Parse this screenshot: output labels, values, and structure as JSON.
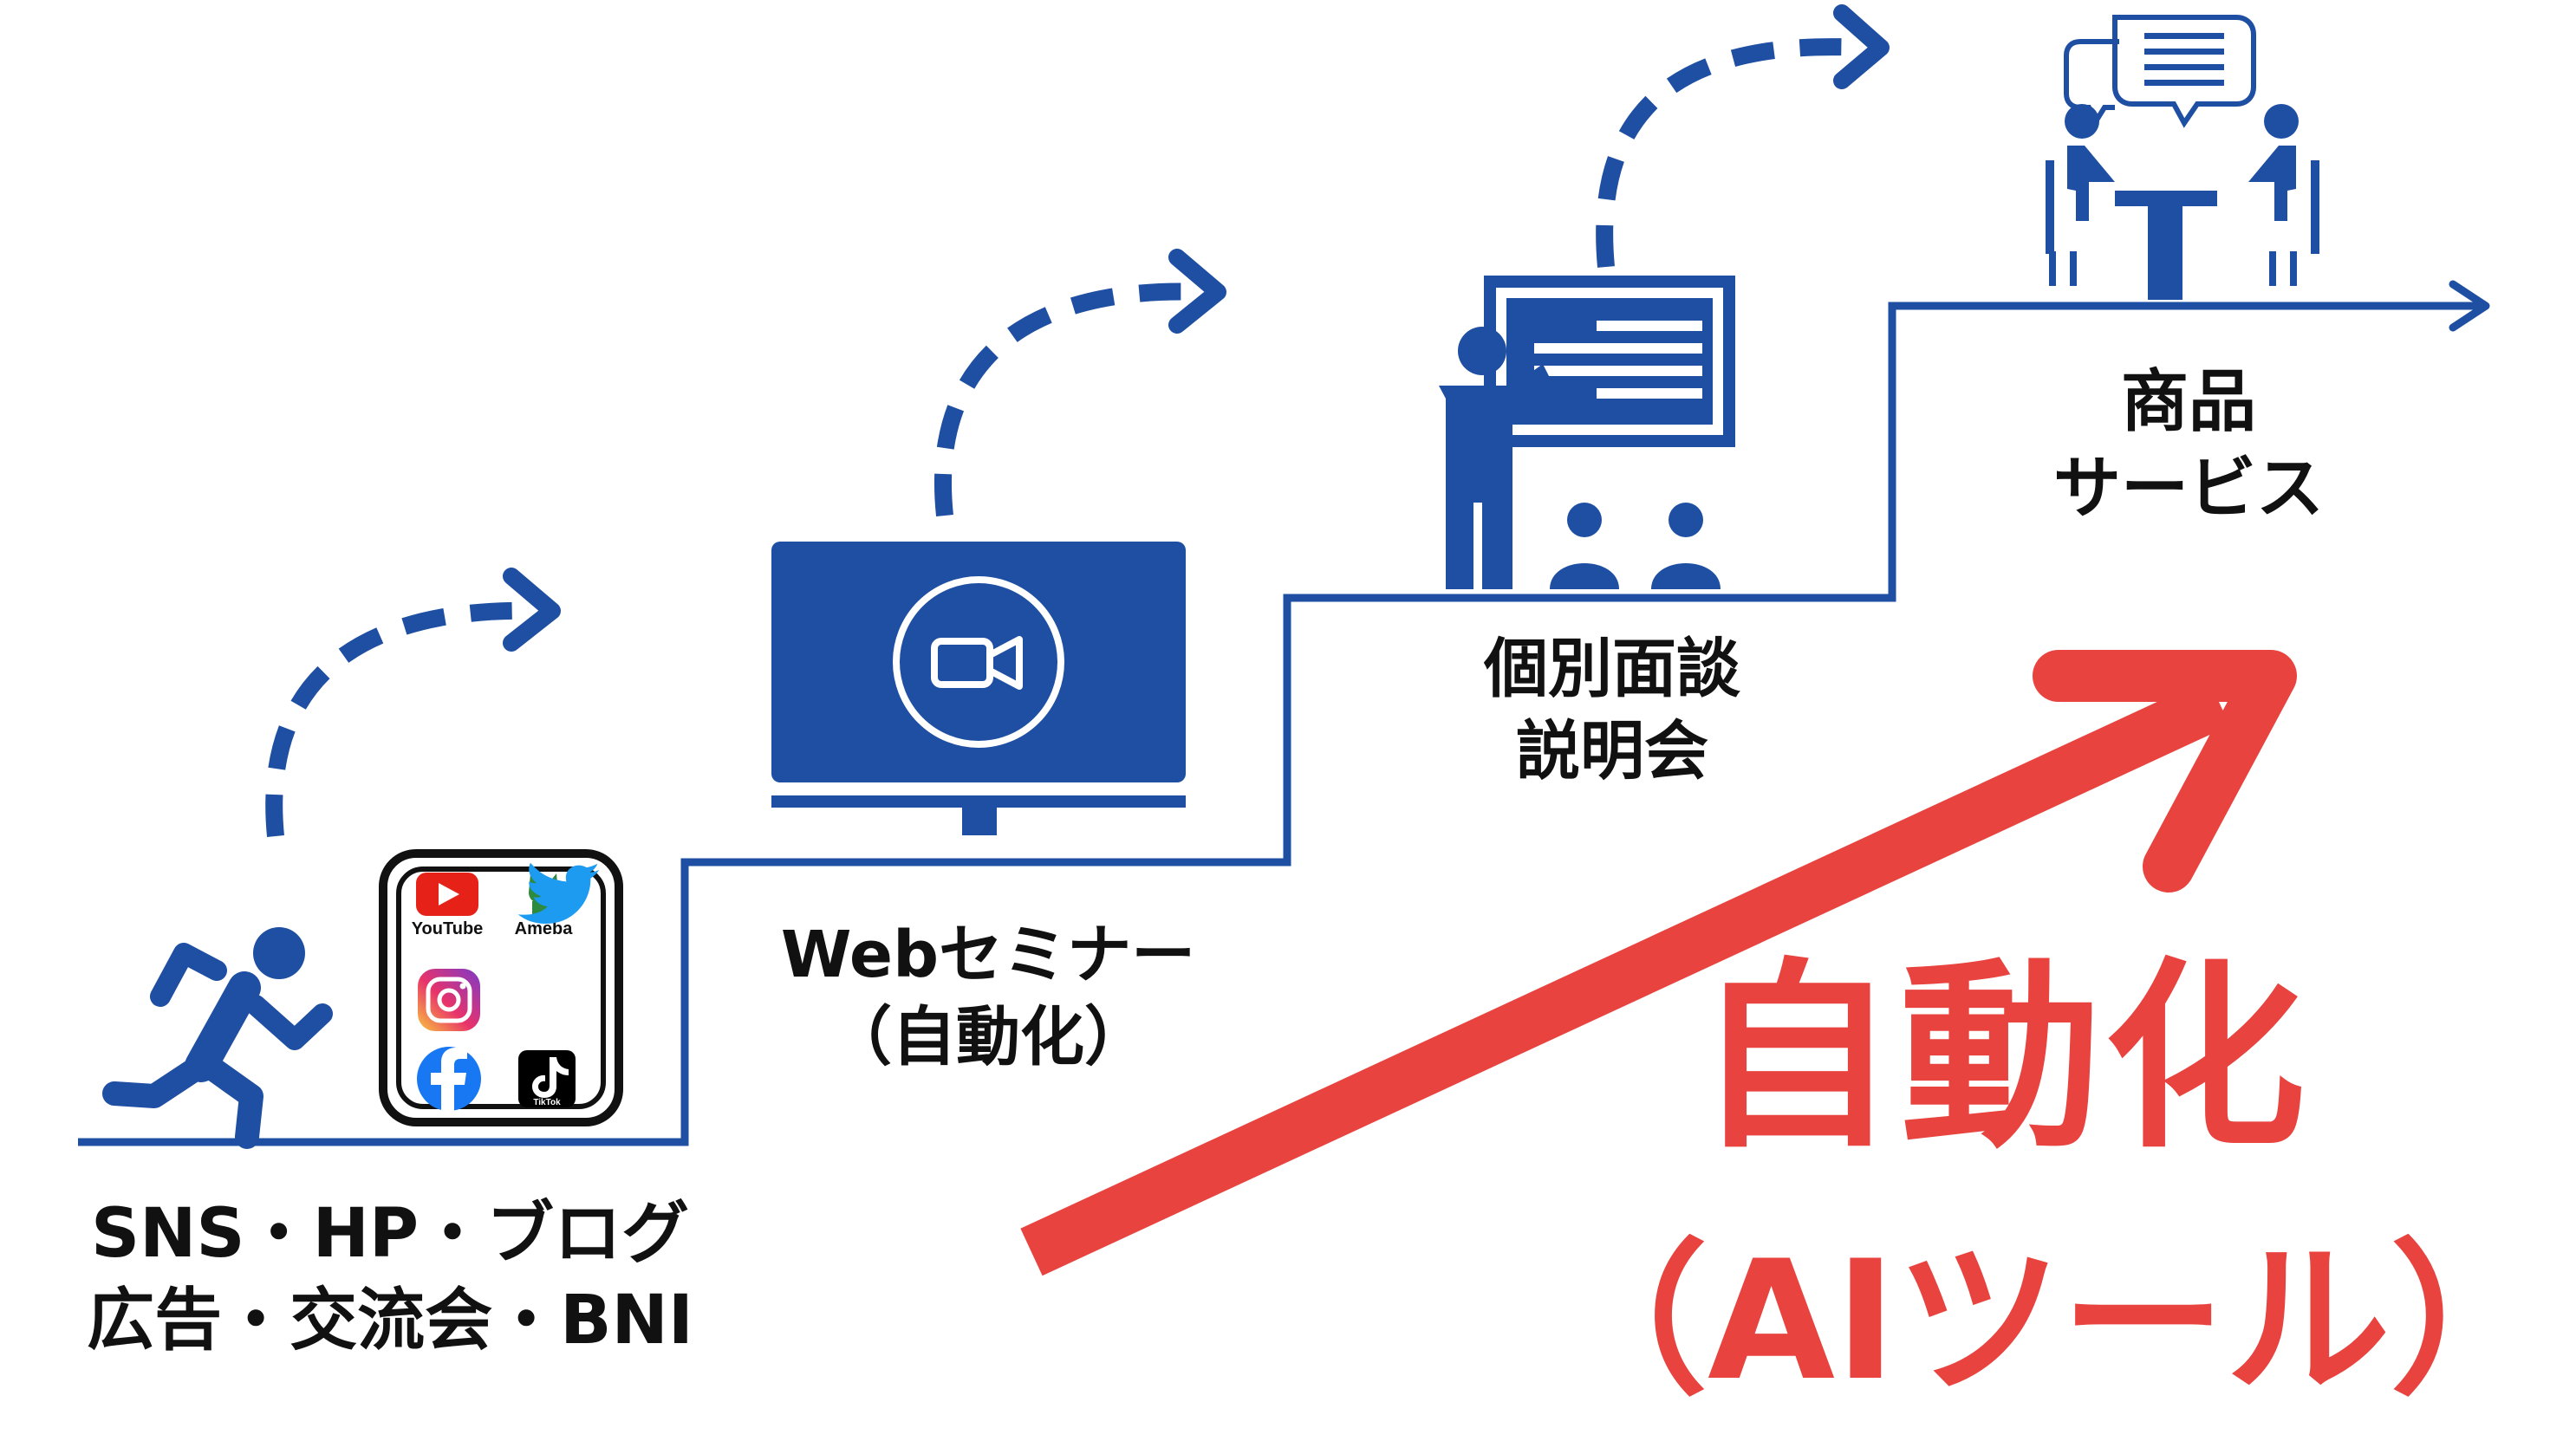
{
  "labels": {
    "step1": [
      "SNS・HP・ブログ",
      "広告・交流会・BNI"
    ],
    "step2": [
      "Webセミナー",
      "（自動化）"
    ],
    "step3": [
      "個別面談",
      "説明会"
    ],
    "step4": [
      "商品",
      "サービス"
    ]
  },
  "highlight": {
    "main": "自動化",
    "sub": "（AIツール）"
  },
  "apps": {
    "youtube": "YouTube",
    "ameba": "Ameba",
    "tiktok": "TikTok"
  },
  "colors": {
    "primary_blue": "#1e4fa3",
    "accent_red": "#e8433e",
    "text": "#111111"
  }
}
